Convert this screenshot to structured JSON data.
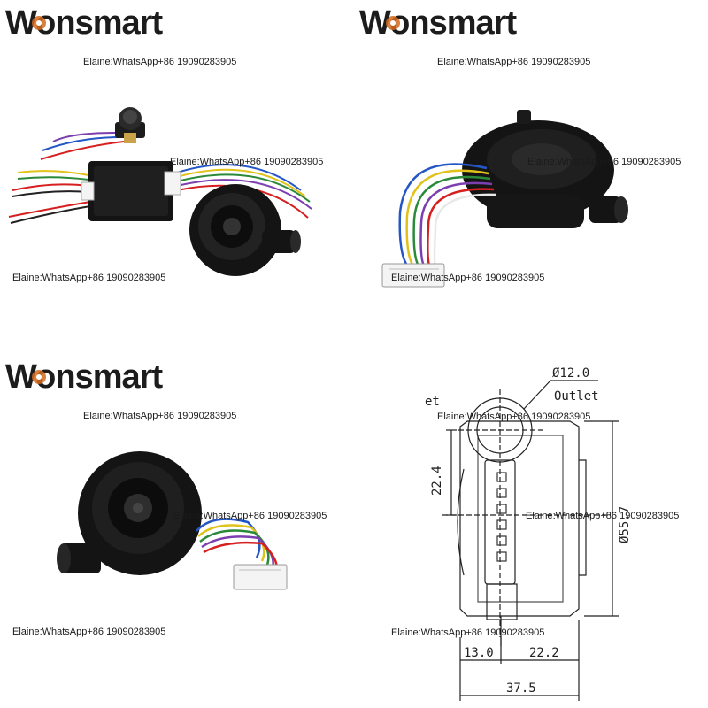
{
  "brand": {
    "logo_text": "Wonsmart"
  },
  "contact": "Elaine:WhatsApp+86 19090283905",
  "drawing": {
    "outlet_diameter": "Ø12.0",
    "outlet_label": "Outlet",
    "inlet_label_fragment": "et",
    "dim_height_22_4": "22.4",
    "dim_diameter_55_7": "Ø55.7",
    "dim_13_0": "13.0",
    "dim_22_2": "22.2",
    "dim_37_5": "37.5"
  },
  "colors": {
    "logo_dark": "#1c1c1c",
    "logo_accent": "#d2691e",
    "product_black": "#141414",
    "wire_red": "#d62020",
    "wire_blue": "#2457c5",
    "wire_yellow": "#e0c21a",
    "wire_green": "#2a8a3a",
    "wire_purple": "#7b3fb0",
    "wire_white": "#e8e8e8",
    "connector_white": "#f4f4f4"
  }
}
